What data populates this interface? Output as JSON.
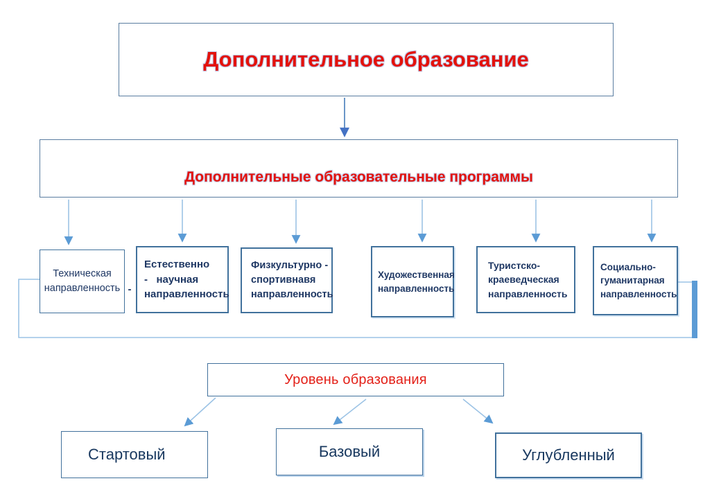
{
  "title": "Дополнительное образование",
  "programs_title": "Дополнительные образовательные программы",
  "separator_dash": "-",
  "directions": [
    {
      "id": "technical",
      "label": "Техническая\nнаправленность"
    },
    {
      "id": "natural-science",
      "label": "Естественно\n-   научная\nнаправленность"
    },
    {
      "id": "physical-sports",
      "label": "Физкультурно -\nспортивнавя\nнаправленность"
    },
    {
      "id": "artistic",
      "label": "Художественная\nнаправленность"
    },
    {
      "id": "tourism-local-lore",
      "label": "Туристско-\nкраеведческая\nнаправленность"
    },
    {
      "id": "social-humanities",
      "label": "Социально-\nгуманитарная\nнаправленность"
    }
  ],
  "level_section": {
    "title": "Уровень образования",
    "levels": [
      {
        "id": "starting",
        "label": "Стартовый"
      },
      {
        "id": "basic",
        "label": "Базовый"
      },
      {
        "id": "advanced",
        "label": "Углубленный"
      }
    ]
  },
  "colors": {
    "accent_red": "#e3120b",
    "level_red": "#e32119",
    "text_navy": "#1f3864",
    "bottom_text_navy": "#17375e",
    "box_border_blue": "#41719c",
    "outer_border_blue": "#5a7da0",
    "arrow_line_blue": "#9cc3e5",
    "arrowhead_blue": "#5b9bd5",
    "main_arrow_blue": "#4472c4",
    "thick_bar_blue": "#5b9bd5",
    "red_text_outline": "#c3cdec"
  }
}
